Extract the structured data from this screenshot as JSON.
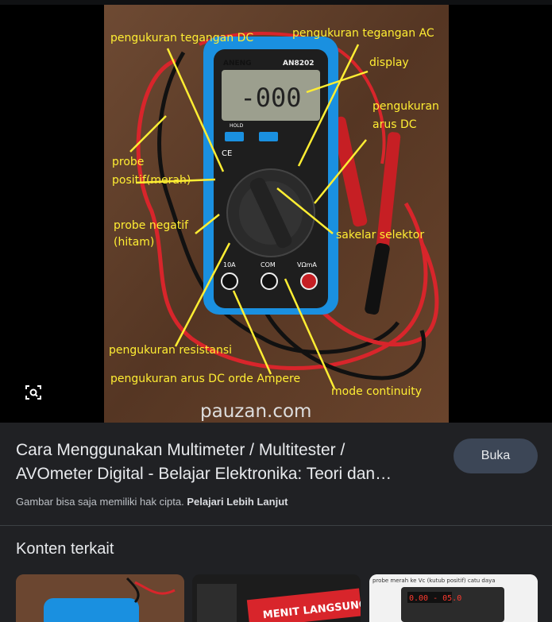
{
  "photo": {
    "brand": "ANENG",
    "model": "AN8202",
    "display_value": "-000",
    "hold_label": "HOLD",
    "ce_label": "CE",
    "port_10a": "10A",
    "port_com": "COM",
    "port_vma": "VΩmA",
    "watermark": "pauzan.com",
    "annotations": {
      "dcv": "pengukuran tegangan DC",
      "acv": "pengukuran tegangan AC",
      "display": "display",
      "dca_line1": "pengukuran",
      "dca_line2": "arus DC",
      "probe_pos_line1": "probe",
      "probe_pos_line2": "positif(merah)",
      "probe_neg_line1": "probe negatif",
      "probe_neg_line2": "(hitam)",
      "selector": "sakelar selektor",
      "resistance": "pengukuran resistansi",
      "dca_ampere": "pengukuran arus DC orde Ampere",
      "continuity": "mode continuity"
    }
  },
  "result": {
    "title_line1": "Cara Menggunakan Multimeter / Multitester /",
    "title_line2": "AVOmeter Digital - Belajar Elektronika: Teori dan…",
    "open_button": "Buka",
    "copyright_text": "Gambar bisa saja memiliki hak cipta.",
    "learn_more": "Pelajari Lebih Lanjut"
  },
  "related": {
    "heading": "Konten terkait",
    "thumb2_text": "MENIT LANGSUNG",
    "thumb3_caption": "probe merah ke Vc (kutub positif) catu daya",
    "thumb3_readout": "0.00 - 05.0"
  },
  "colors": {
    "background": "#202124",
    "button_bg": "#3c4656",
    "annotation": "#ffee33",
    "meter_blue": "#1a90e0"
  }
}
